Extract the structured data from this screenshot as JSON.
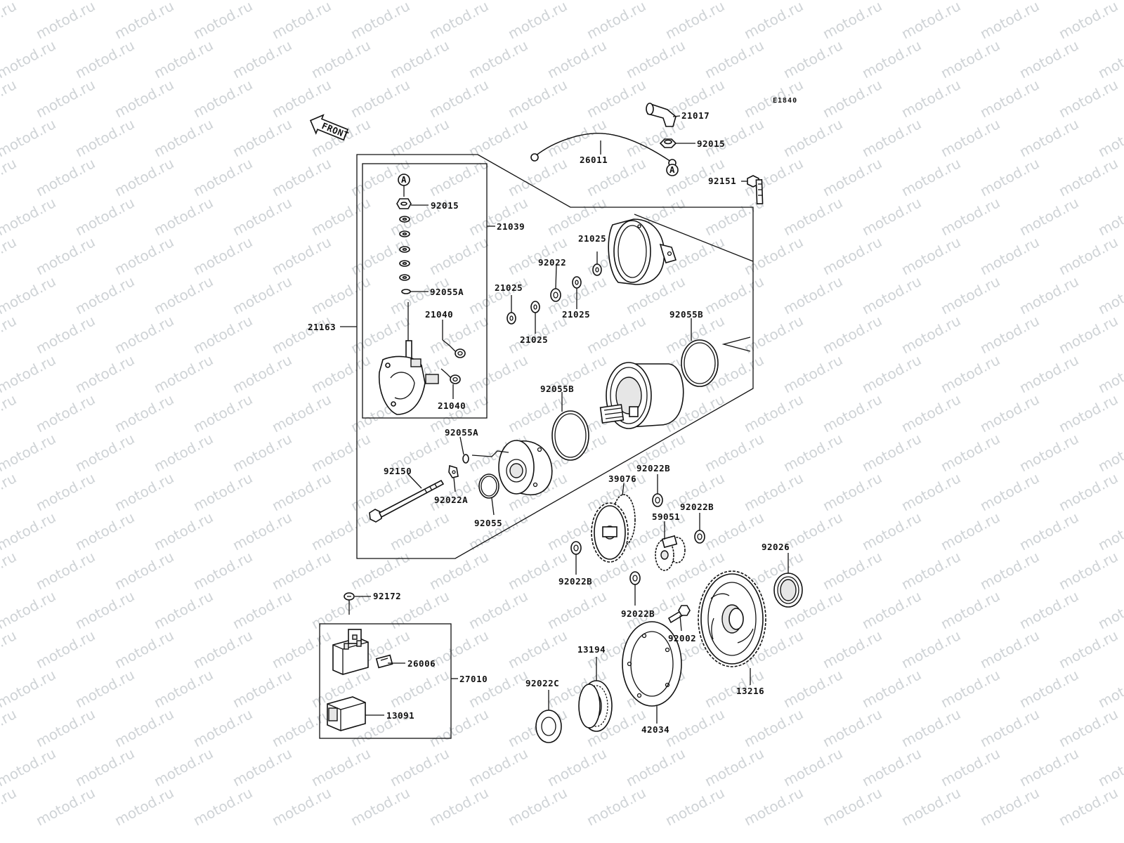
{
  "diagram_code": "E1840",
  "front_arrow_label": "FRONT",
  "reference_marker": "A",
  "watermark_text": "motod.ru",
  "part_numbers": {
    "p21017": "21017",
    "p92015_top": "92015",
    "p26011": "26011",
    "p92151": "92151",
    "p92015_box": "92015",
    "p21039": "21039",
    "p92055A_box": "92055A",
    "p21040_top": "21040",
    "p21040_bot": "21040",
    "p21163": "21163",
    "p21025_a": "21025",
    "p92022": "92022",
    "p21025_b": "21025",
    "p21025_c": "21025",
    "p21025_d": "21025",
    "p92055B_r": "92055B",
    "p92055B_l": "92055B",
    "p92055A": "92055A",
    "p92150": "92150",
    "p92022A": "92022A",
    "p92055": "92055",
    "p92022B_1": "92022B",
    "p39076": "39076",
    "p92022B_2": "92022B",
    "p59051": "59051",
    "p92022B_3": "92022B",
    "p92026": "92026",
    "p92022B_4": "92022B",
    "p92002": "92002",
    "p92172": "92172",
    "p26006": "26006",
    "p27010": "27010",
    "p13091": "13091",
    "p13194": "13194",
    "p92022C": "92022C",
    "p42034": "42034",
    "p13216": "13216"
  }
}
